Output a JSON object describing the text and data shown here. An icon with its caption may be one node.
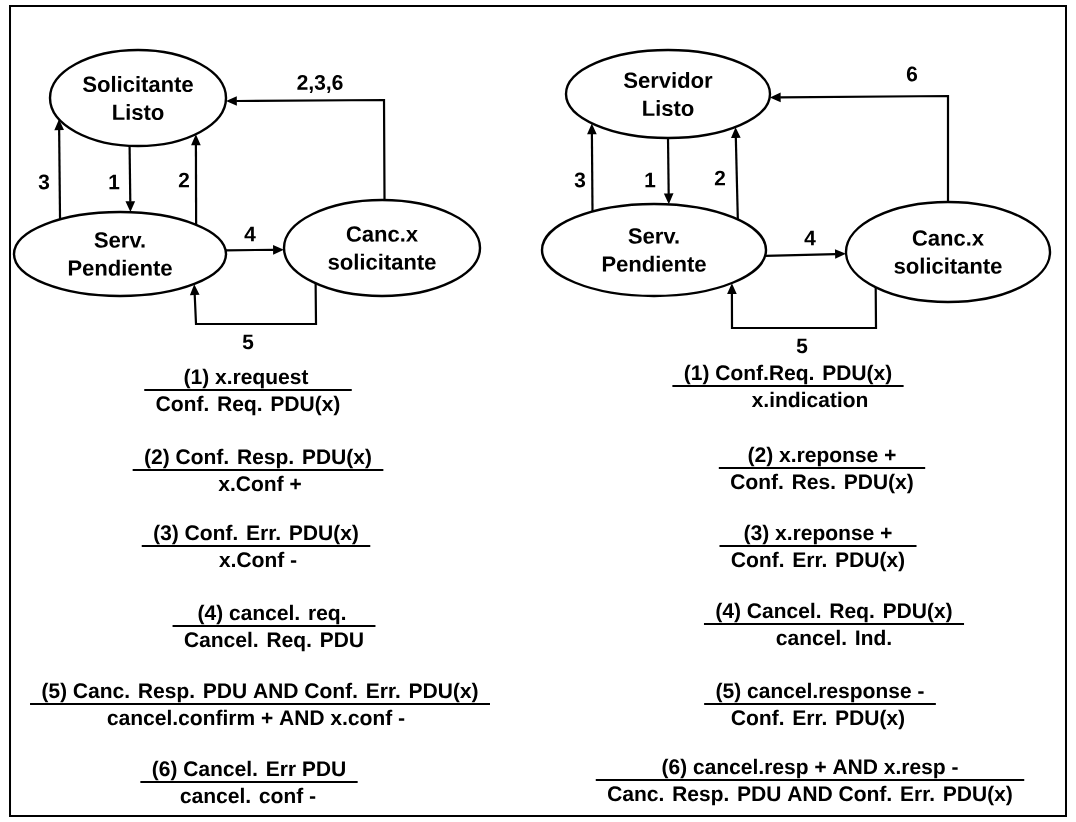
{
  "diagram": {
    "nodes": [
      {
        "text": [
          "Solicitante Listo"
        ]
      },
      {
        "text": [
          "Serv. Pendiente"
        ]
      },
      {
        "text": [
          "Canc.x solicitante"
        ]
      },
      {
        "text": [
          "Servidor Listo"
        ]
      },
      {
        "text": [
          "Serv. Pendiente"
        ]
      },
      {
        "text": [
          "Canc.x solicitante"
        ]
      }
    ],
    "edges": [
      {
        "from": 1,
        "to": 0,
        "arrow": "to",
        "label": "3"
      },
      {
        "from": 0,
        "to": 1,
        "arrow": "to",
        "label": "1"
      },
      {
        "from": 1,
        "to": 0,
        "arrow": "to",
        "label": "2"
      },
      {
        "from": 1,
        "to": 2,
        "arrow": "to",
        "label": "4"
      },
      {
        "from": 2,
        "to": 1,
        "arrow": "to",
        "label": "5"
      },
      {
        "from": 2,
        "to": 0,
        "arrow": "to",
        "label": "2,3,6"
      },
      {
        "from": 4,
        "to": 3,
        "arrow": "to",
        "label": "3"
      },
      {
        "from": 3,
        "to": 4,
        "arrow": "to",
        "label": "1"
      },
      {
        "from": 4,
        "to": 3,
        "arrow": "to",
        "label": "2"
      },
      {
        "from": 4,
        "to": 5,
        "arrow": "to",
        "label": "4"
      },
      {
        "from": 5,
        "to": 4,
        "arrow": "to",
        "label": "5"
      },
      {
        "from": 5,
        "to": 3,
        "arrow": "to",
        "label": "6"
      }
    ],
    "labels": [
      "(1) x.request",
      "Conf. Req. PDU(x)",
      "(2) Conf. Resp. PDU(x)",
      "x.Conf +",
      "(3) Conf. Err. PDU(x)",
      "x.Conf -",
      "(4) cancel. req.",
      "Cancel. Req. PDU",
      "(5) Canc. Resp. PDU AND Conf. Err. PDU(x)",
      "cancel.confirm + AND x.conf -",
      "(6) Cancel. Err PDU",
      "cancel. conf -",
      "(1) Conf.Req. PDU(x)",
      "x.indication",
      "(2) x.reponse +",
      "Conf. Res. PDU(x)",
      "(3) x.reponse +",
      "Conf. Err. PDU(x)",
      "(4) Cancel. Req. PDU(x)",
      "cancel. Ind.",
      "(5) cancel.response -",
      "Conf. Err. PDU(x)",
      "(6) cancel.resp + AND x.resp -",
      "Canc. Resp. PDU AND Conf. Err. PDU(x)"
    ]
  }
}
